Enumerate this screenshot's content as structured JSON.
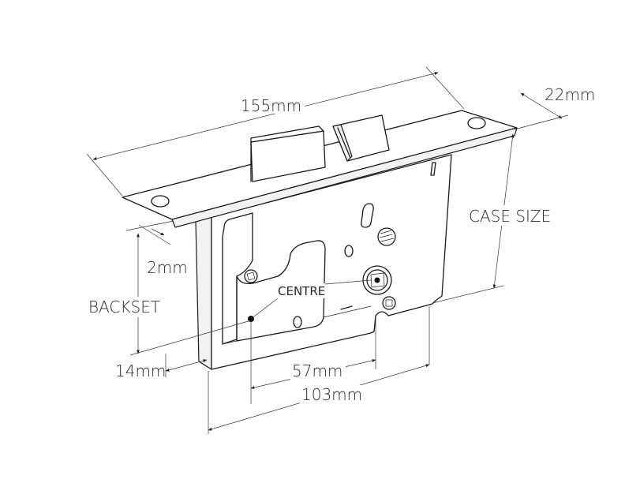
{
  "labels": {
    "dim_155": "155mm",
    "dim_22": "22mm",
    "case_size": "CASE SIZE",
    "dim_2": "2mm",
    "backset": "BACKSET",
    "centre": "CENTRE",
    "dim_14": "14mm",
    "dim_57": "57mm",
    "dim_103": "103mm"
  }
}
